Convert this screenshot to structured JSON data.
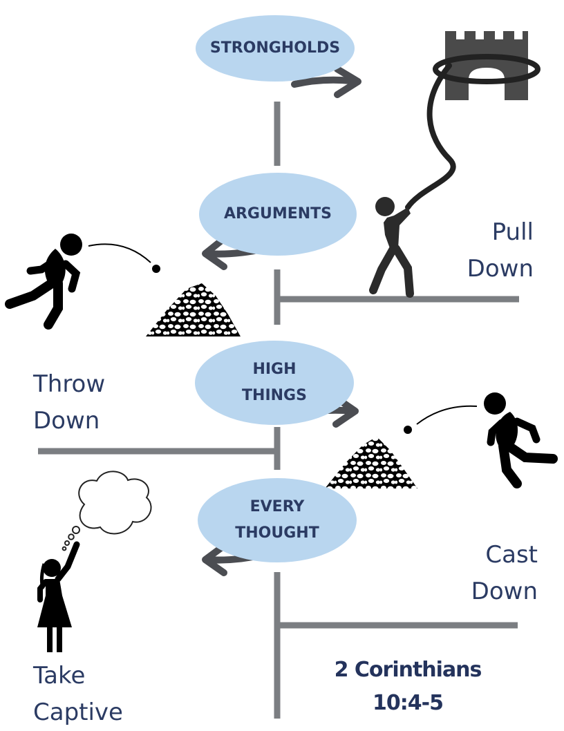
{
  "steps": [
    {
      "line1": "STRONGHOLDS"
    },
    {
      "line1": "ARGUMENTS"
    },
    {
      "line1": "HIGH",
      "line2": "THINGS"
    },
    {
      "line1": "EVERY",
      "line2": "THOUGHT"
    }
  ],
  "actions": {
    "pull_down": {
      "line1": "Pull",
      "line2": "Down"
    },
    "throw_down": {
      "line1": "Throw",
      "line2": "Down"
    },
    "cast_down": {
      "line1": "Cast",
      "line2": "Down"
    },
    "take_captive": {
      "line1": "Take",
      "line2": "Captive"
    }
  },
  "reference": {
    "line1": "2 Corinthians",
    "line2": "10:4-5"
  },
  "icons": [
    "castle-icon",
    "rope-icon",
    "person-pulling-icon",
    "person-throwing-icon",
    "rubble-pile-icon",
    "thought-bubble-icon",
    "person-pointing-icon",
    "arrow-icon"
  ],
  "colors": {
    "oval": "#b9d6ef",
    "text": "#2b3b63",
    "line": "#7b7e82",
    "arrow": "#4b4d52",
    "figure": "#000000",
    "castle": "#4a4a4a"
  }
}
